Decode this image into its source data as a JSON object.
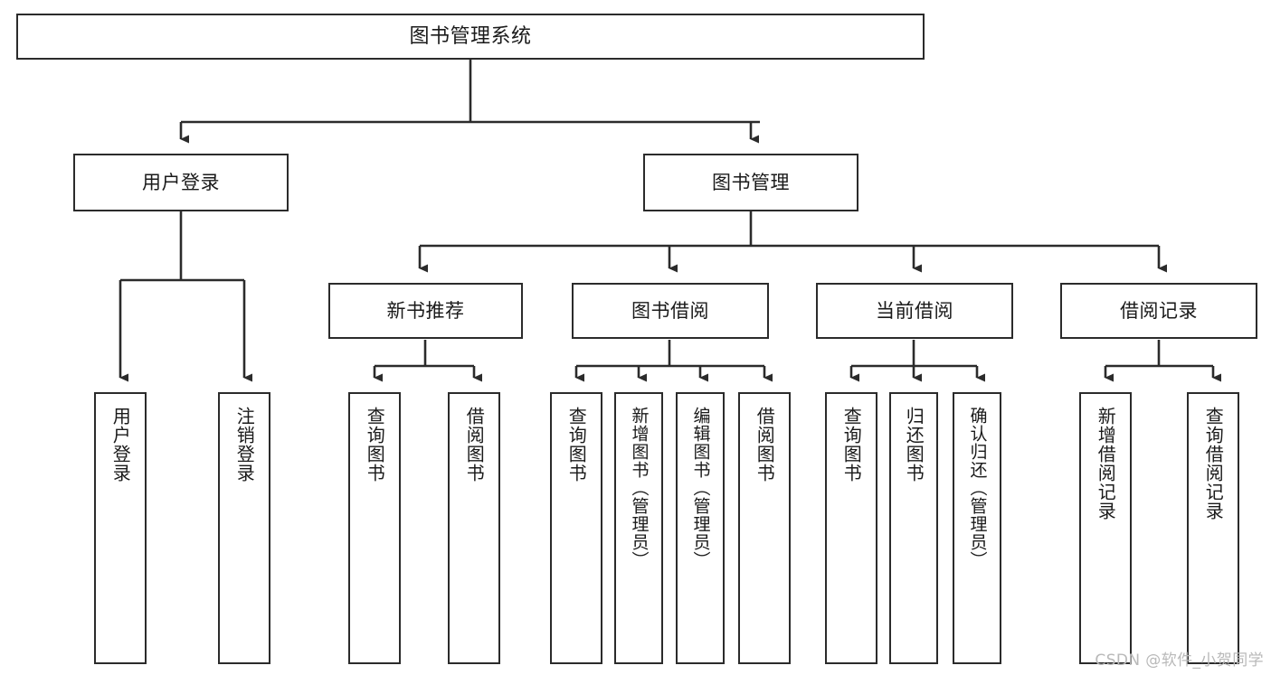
{
  "diagram": {
    "title": "图书管理系统",
    "type": "tree-hierarchy-chart",
    "watermark": "CSDN @软件_小贺同学",
    "colors": {
      "background": "#ffffff",
      "box_border": "#2b2b2b",
      "box_fill": "#ffffff",
      "text": "#1a1a1a",
      "edge": "#2b2b2b",
      "watermark": "#b9b9b9"
    },
    "root": {
      "id": "root",
      "label": "图书管理系统"
    },
    "tier1": [
      {
        "id": "user-login",
        "label": "用户登录"
      },
      {
        "id": "book-manage",
        "label": "图书管理"
      }
    ],
    "tier2": [
      {
        "id": "new-book-rec",
        "label": "新书推荐",
        "parent": "book-manage"
      },
      {
        "id": "book-borrow",
        "label": "图书借阅",
        "parent": "book-manage"
      },
      {
        "id": "current-borrow",
        "label": "当前借阅",
        "parent": "book-manage"
      },
      {
        "id": "borrow-record",
        "label": "借阅记录",
        "parent": "book-manage"
      }
    ],
    "leaves": [
      {
        "id": "leaf-user-login",
        "label": "用户登录",
        "parent": "user-login"
      },
      {
        "id": "leaf-user-logout",
        "label": "注销登录",
        "parent": "user-login"
      },
      {
        "id": "leaf-rec-query-book",
        "label": "查询图书",
        "parent": "new-book-rec"
      },
      {
        "id": "leaf-rec-borrow-book",
        "label": "借阅图书",
        "parent": "new-book-rec"
      },
      {
        "id": "leaf-borrow-query-book",
        "label": "查询图书",
        "parent": "book-borrow"
      },
      {
        "id": "leaf-add-book-admin",
        "label": "新增图书（管理员）",
        "parent": "book-borrow"
      },
      {
        "id": "leaf-edit-book-admin",
        "label": "编辑图书（管理员）",
        "parent": "book-borrow"
      },
      {
        "id": "leaf-borrow-book",
        "label": "借阅图书",
        "parent": "book-borrow"
      },
      {
        "id": "leaf-cur-query-book",
        "label": "查询图书",
        "parent": "current-borrow"
      },
      {
        "id": "leaf-return-book",
        "label": "归还图书",
        "parent": "current-borrow"
      },
      {
        "id": "leaf-confirm-return-admin",
        "label": "确认归还（管理员）",
        "parent": "current-borrow"
      },
      {
        "id": "leaf-add-borrow-record",
        "label": "新增借阅记录",
        "parent": "borrow-record"
      },
      {
        "id": "leaf-query-borrow-record",
        "label": "查询借阅记录",
        "parent": "borrow-record"
      }
    ]
  }
}
